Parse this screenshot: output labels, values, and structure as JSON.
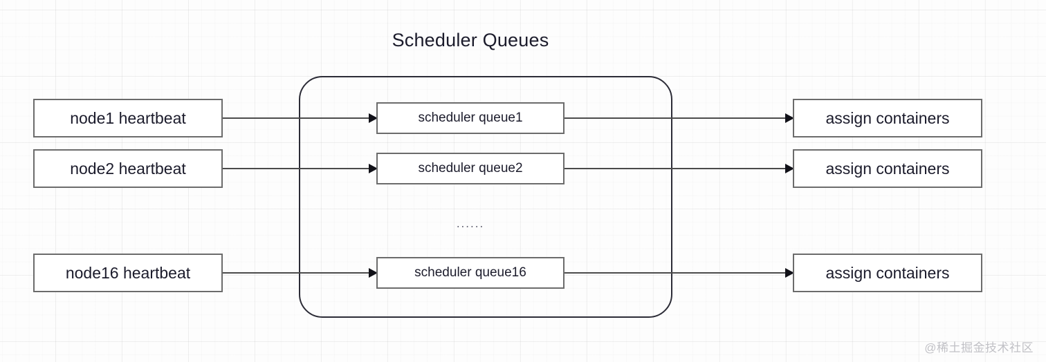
{
  "diagram": {
    "title": "Scheduler Queues",
    "container_label": "scheduler-queues-container",
    "ellipsis": "......",
    "colors": {
      "box_border": "#6b6b6b",
      "container_border": "#2b2b36",
      "arrow": "#4a4a4a",
      "text": "#1b1b2b",
      "grid": "#f0f0f0",
      "background": "#fdfdfd"
    },
    "rows": [
      {
        "source": "node1 heartbeat",
        "queue": "scheduler queue1",
        "target": "assign containers"
      },
      {
        "source": "node2 heartbeat",
        "queue": "scheduler queue2",
        "target": "assign containers"
      },
      {
        "source": "node16 heartbeat",
        "queue": "scheduler queue16",
        "target": "assign containers"
      }
    ]
  },
  "watermark": {
    "text": "@稀土掘金技术社区"
  }
}
